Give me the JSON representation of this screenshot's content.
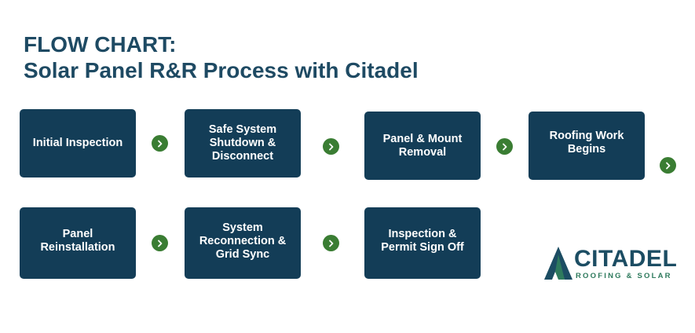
{
  "title": {
    "line1": "FLOW CHART:",
    "line2": "Solar Panel R&R Process with Citadel"
  },
  "steps": [
    {
      "label": "Initial Inspection"
    },
    {
      "label": "Safe System\nShutdown &\nDisconnect"
    },
    {
      "label": "Panel & Mount\nRemoval"
    },
    {
      "label": "Roofing Work\nBegins"
    },
    {
      "label": "Panel\nReinstallation"
    },
    {
      "label": "System\nReconnection &\nGrid Sync"
    },
    {
      "label": "Inspection &\nPermit Sign Off"
    }
  ],
  "logo": {
    "name": "CITADEL",
    "tagline": "ROOFING & SOLAR"
  },
  "colors": {
    "title": "#1e4a63",
    "box": "#133d57",
    "arrow": "#3a7d33",
    "logo_dark": "#1c4d63",
    "logo_green": "#2e7a5d"
  },
  "icons": {
    "connector": "chevron-right-circle-icon",
    "logo_mark": "mountain-roof-icon"
  }
}
